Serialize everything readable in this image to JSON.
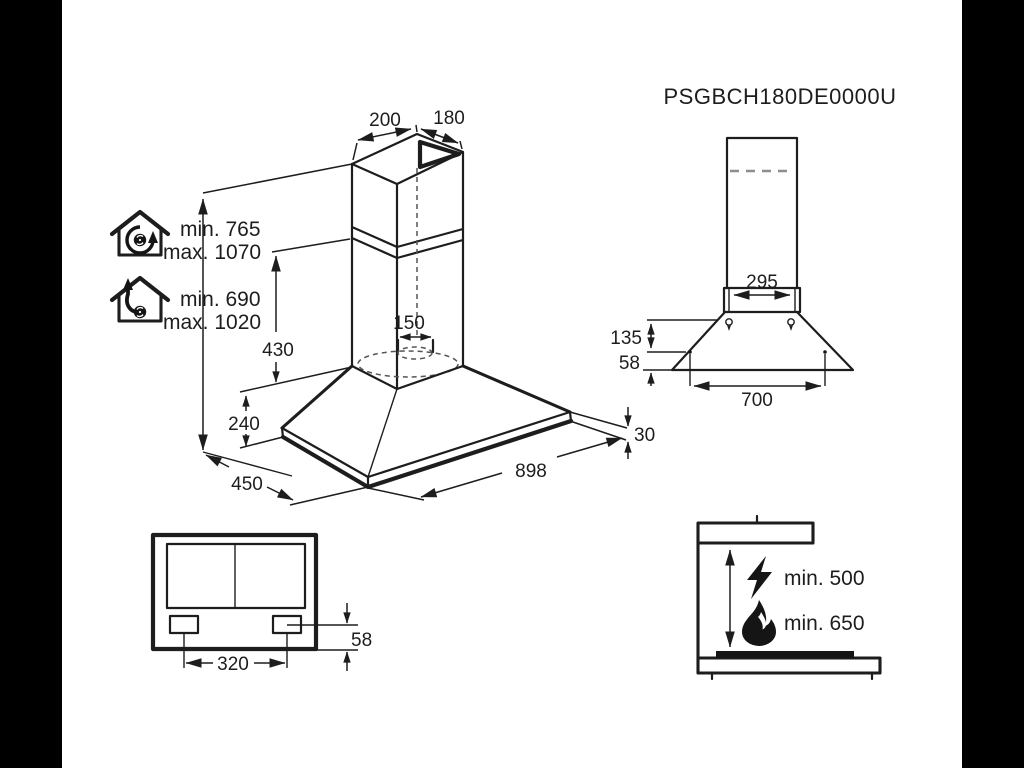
{
  "product_code": "PSGBCH180DE0000U",
  "colors": {
    "line": "#1d1d1d",
    "background": "#ffffff",
    "pillarbox": "#000000",
    "hidden_line_gray": "#8d8d8d"
  },
  "icons": {
    "recirculation": "house-recirculation-icon",
    "extraction": "house-extraction-icon",
    "electric_hob": "lightning-icon",
    "gas_hob": "flame-icon"
  },
  "main_view": {
    "dims": {
      "chimney_top_width": "200",
      "chimney_top_depth": "180",
      "chimney_height": "430",
      "duct_diameter": "150",
      "hood_body_height": "240",
      "base_rim_height": "30",
      "hood_width": "898",
      "hood_depth": "450"
    },
    "recirculation_height": {
      "min": "min. 765",
      "max": "max. 1070"
    },
    "extraction_height": {
      "min": "min. 690",
      "max": "max. 1020"
    }
  },
  "rear_view": {
    "dims": {
      "bracket_width": "295",
      "upper_offset": "135",
      "lower_offset": "58",
      "mount_spacing": "700"
    }
  },
  "bottom_view": {
    "dims": {
      "slot_spacing": "320",
      "slot_offset": "58"
    }
  },
  "clearance_view": {
    "electric_clearance": "min. 500",
    "gas_clearance": "min. 650"
  }
}
